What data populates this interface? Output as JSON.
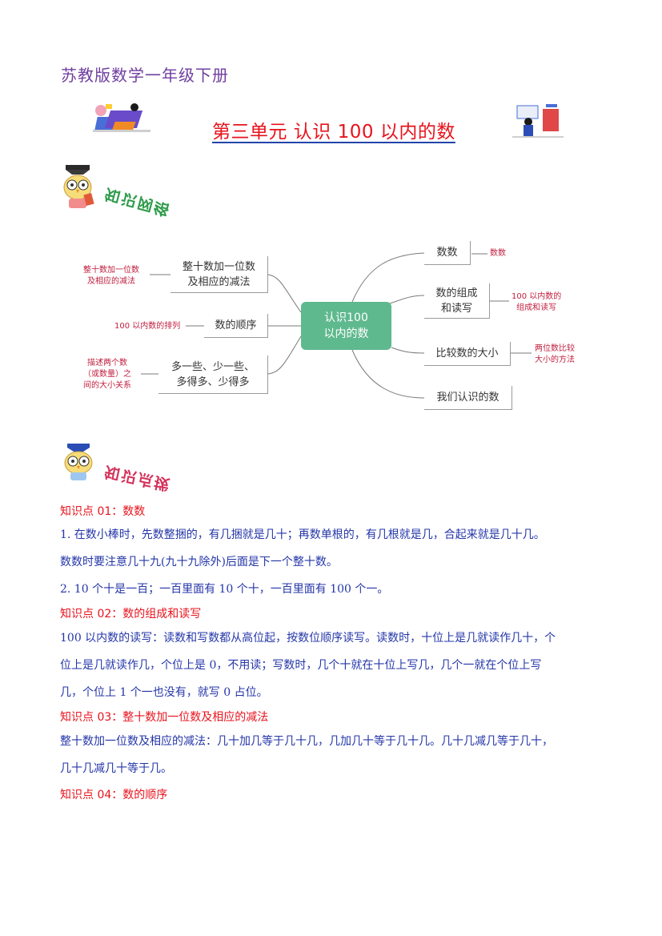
{
  "header": {
    "subject_title": "苏教版数学一年级下册",
    "unit_title": "第三单元 认识 100 以内的数"
  },
  "banners": {
    "knowledge_network": "知识网络",
    "knowledge_points": "知识点拨"
  },
  "mindmap": {
    "center": "认识100\n以内的数",
    "right": [
      {
        "label": "数数",
        "note": "数数"
      },
      {
        "label": "数的组成\n和读写",
        "note": "100 以内数的\n组成和读写"
      },
      {
        "label": "比较数的大小",
        "note": "两位数比较\n大小的方法"
      },
      {
        "label": "我们认识的数",
        "note": ""
      }
    ],
    "left": [
      {
        "label": "整十数加一位数\n及相应的减法",
        "note": "整十数加一位数\n及相应的减法"
      },
      {
        "label": "数的顺序",
        "note": "100 以内数的排列"
      },
      {
        "label": "多一些、少一些、\n多得多、少得多",
        "note": "描述两个数\n（或数量）之\n间的大小关系"
      }
    ]
  },
  "knowledge_points": [
    {
      "heading": "知识点 01：数数",
      "lines": [
        "1. 在数小棒时，先数整捆的，有几捆就是几十；再数单根的，有几根就是几，合起来就是几十几。",
        "数数时要注意几十九(九十九除外)后面是下一个整十数。",
        "2. 10 个十是一百；一百里面有 10 个十，一百里面有 100 个一。"
      ]
    },
    {
      "heading": "知识点 02：数的组成和读写",
      "lines": [
        "100 以内数的读写：读数和写数都从高位起，按数位顺序读写。读数时，十位上是几就读作几十，个",
        "位上是几就读作几，个位上是 0，不用读；写数时，几个十就在十位上写几，几个一就在个位上写",
        "几，个位上 1 个一也没有，就写 0 占位。"
      ]
    },
    {
      "heading": "知识点 03：整十数加一位数及相应的减法",
      "lines": [
        "整十数加一位数及相应的减法：几十加几等于几十几，几加几十等于几十几。几十几减几等于几十，",
        "几十几减几十等于几。"
      ]
    },
    {
      "heading": "知识点 04：数的顺序",
      "lines": []
    }
  ]
}
